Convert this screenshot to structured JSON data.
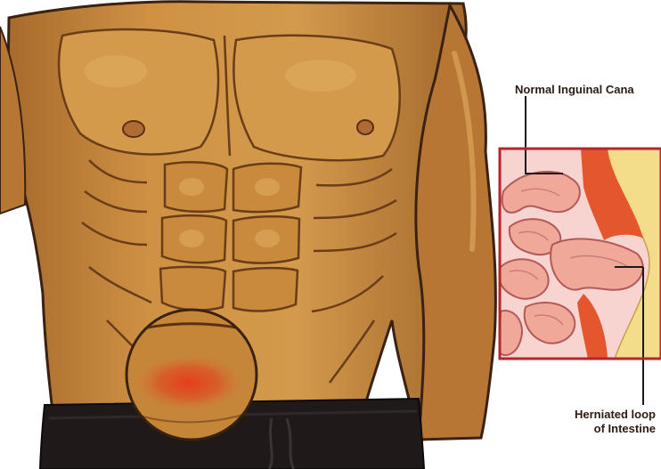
{
  "labels": {
    "normal_canal": "Normal Inguinal Cana",
    "herniated_line1": "Herniated loop",
    "herniated_line2": "of Intestine"
  },
  "colors": {
    "skin": "#c98a3c",
    "skin_shadow": "#8a5524",
    "skin_highlight": "#e2ae62",
    "outline": "#3a2212",
    "shorts": "#1f1a19",
    "inflammation": "#e0401e",
    "inset_border": "#b5252a",
    "intestine": "#f0a898",
    "intestine_outline": "#b4585a",
    "muscle_band": "#e4572e",
    "fat_layer": "#f3dc8a",
    "inset_bg": "#f7d4d0"
  }
}
